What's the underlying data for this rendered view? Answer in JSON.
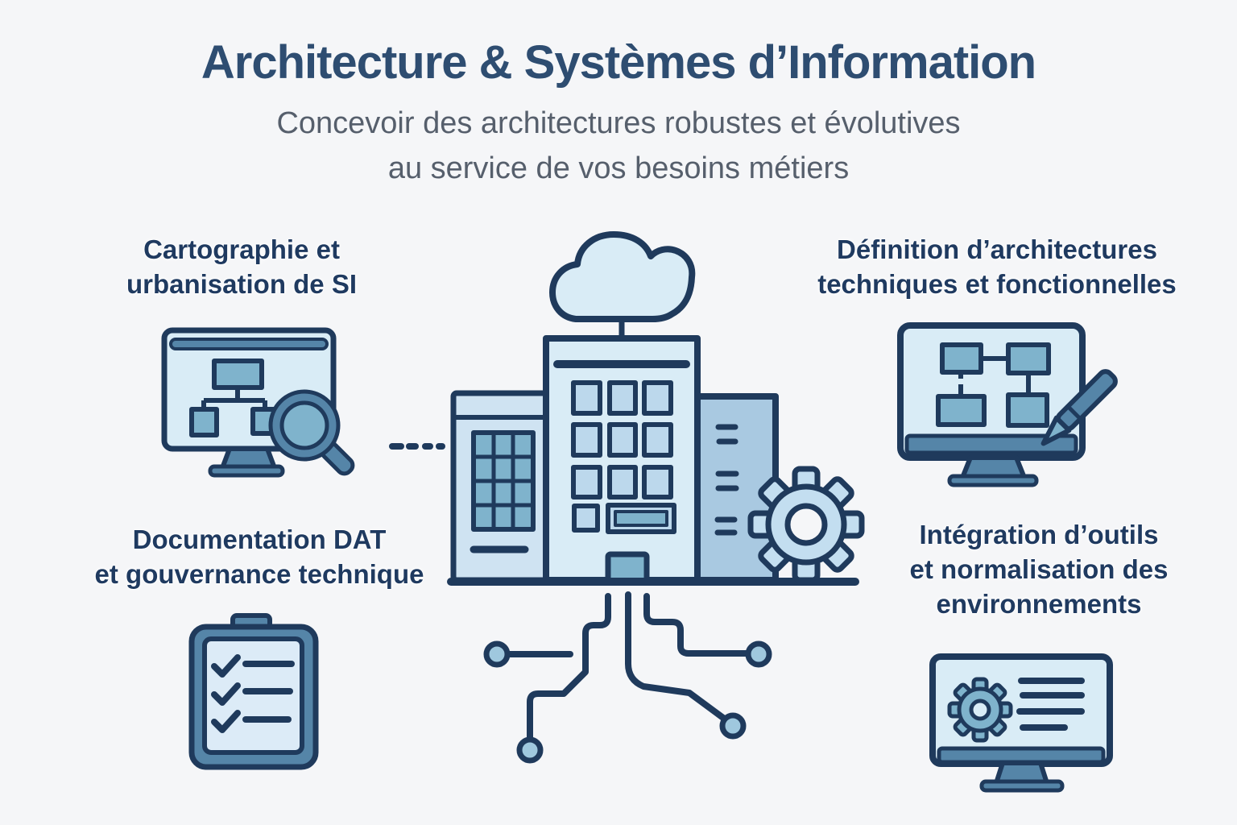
{
  "header": {
    "title": "Architecture & Systèmes d’Information",
    "subtitle_line1": "Concevoir des architectures robustes et évolutives",
    "subtitle_line2": "au service de vos besoins métiers"
  },
  "features": {
    "cartography": {
      "line1": "Cartographie et",
      "line2": "urbanisation de SI",
      "icon": "monitor-flowchart-magnifier-icon"
    },
    "definition": {
      "line1": "Définition d’architectures",
      "line2": "techniques et fonctionnelles",
      "icon": "monitor-diagram-pencil-icon"
    },
    "documentation": {
      "line1": "Documentation DAT",
      "line2": "et gouvernance technique",
      "icon": "clipboard-checklist-icon"
    },
    "integration": {
      "line1": "Intégration d’outils",
      "line2": "et normalisation des",
      "line3": "environnements",
      "icon": "monitor-gear-list-icon"
    }
  },
  "illustration": {
    "elements": [
      "cloud-icon",
      "office-building-icon",
      "left-building-icon",
      "right-building-icon",
      "gear-icon",
      "circuit-lines-icon",
      "dotted-connector-icon"
    ]
  },
  "colors": {
    "bg": "#f5f6f8",
    "title": "#2e4d71",
    "subtitle": "#565f6c",
    "label": "#1f3a60",
    "outline": "#1f3a5c",
    "light": "#d9ecf6",
    "light2": "#cfe3f2",
    "window": "#bcd8ec",
    "teal": "#7fb3cc",
    "steel": "#5585a8",
    "steel_light": "#a9c9e1",
    "gear": "#c3def0",
    "paper": "#dcebf7",
    "node": "#9fc8de"
  }
}
